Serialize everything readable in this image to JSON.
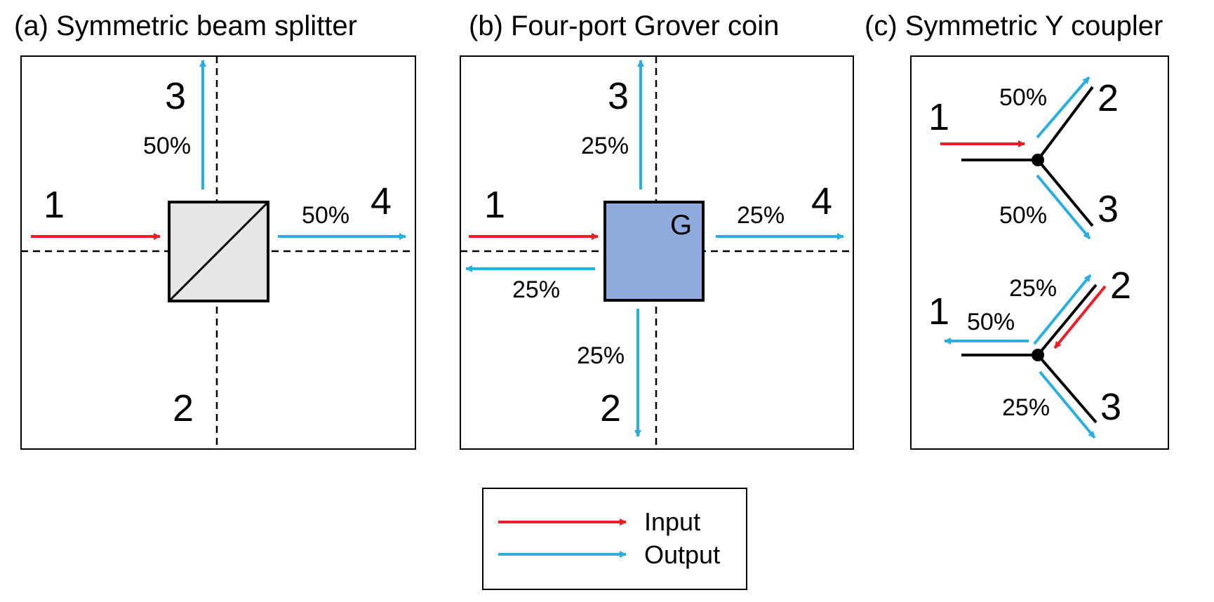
{
  "panels": {
    "a": {
      "title": "(a) Symmetric beam splitter",
      "ports": {
        "p1": "1",
        "p2": "2",
        "p3": "3",
        "p4": "4"
      },
      "split": {
        "up": "50%",
        "right": "50%"
      }
    },
    "b": {
      "title": "(b) Four-port Grover coin",
      "coin_label": "G",
      "ports": {
        "p1": "1",
        "p2": "2",
        "p3": "3",
        "p4": "4"
      },
      "split": {
        "up": "25%",
        "right": "25%",
        "back": "25%",
        "down": "25%"
      }
    },
    "c": {
      "title": "(c) Symmetric Y coupler",
      "top": {
        "ports": {
          "p1": "1",
          "p2": "2",
          "p3": "3"
        },
        "split": {
          "up": "50%",
          "down": "50%"
        }
      },
      "bottom": {
        "ports": {
          "p1": "1",
          "p2": "2",
          "p3": "3"
        },
        "split": {
          "up": "25%",
          "left": "50%",
          "down": "25%"
        }
      }
    }
  },
  "legend": {
    "input_label": "Input",
    "output_label": "Output"
  },
  "colors": {
    "input": "#ee1c25",
    "output": "#27aee5",
    "beam_splitter_fill": "#e6e6e6",
    "grover_coin_fill": "#8faadc"
  },
  "icons": {
    "beam_splitter": "beam-splitter-cube-icon",
    "grover_coin": "grover-coin-box-icon",
    "junction": "y-junction-node-icon"
  }
}
